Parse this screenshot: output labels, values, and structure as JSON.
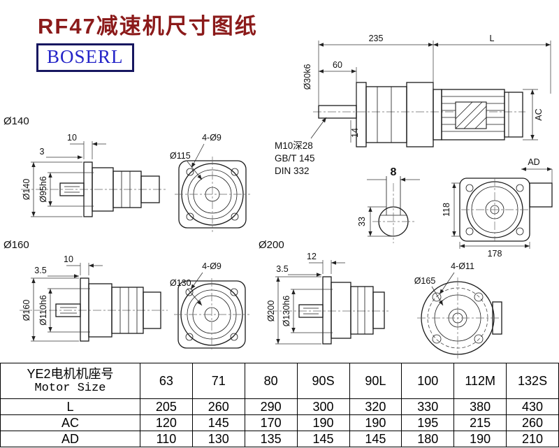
{
  "page": {
    "title": "RF47减速机尺寸图纸",
    "logo": "BOSERL"
  },
  "assembly": {
    "dim_235": "235",
    "dim_l": "L",
    "dim_60": "60",
    "shaft_dia": "Ø30k6",
    "dim_ac": "AC",
    "dim_14": "14",
    "note_thread": "M10深28",
    "note_gb": "GB/T 145",
    "note_din": "DIN 332",
    "key_width": "8",
    "key_height": "33",
    "dim_118": "118",
    "dim_178": "178",
    "dim_ad": "AD"
  },
  "view140": {
    "title": "Ø140",
    "dim_10": "10",
    "dim_3": "3",
    "flange_dia": "Ø140",
    "pilot_dia": "Ø95h6"
  },
  "flange115": {
    "holes": "4-Ø9",
    "dia": "Ø115"
  },
  "view160": {
    "title": "Ø160",
    "dim_10": "10",
    "dim_35": "3.5",
    "flange_dia": "Ø160",
    "pilot_dia": "Ø110h6"
  },
  "flange130": {
    "holes": "4-Ø9",
    "dia": "Ø130"
  },
  "view200": {
    "title": "Ø200",
    "dim_12": "12",
    "dim_35": "3.5",
    "flange_dia": "Ø200",
    "pilot_dia": "Ø130h6"
  },
  "flange165": {
    "holes": "4-Ø11",
    "dia": "Ø165"
  },
  "table": {
    "header_cn": "YE2电机机座号",
    "header_en": "Motor Size",
    "sizes": [
      "63",
      "71",
      "80",
      "90S",
      "90L",
      "100",
      "112M",
      "132S"
    ],
    "rows": [
      {
        "label": "L",
        "values": [
          "205",
          "260",
          "290",
          "300",
          "320",
          "330",
          "380",
          "430"
        ]
      },
      {
        "label": "AC",
        "values": [
          "120",
          "145",
          "170",
          "190",
          "190",
          "195",
          "215",
          "260"
        ]
      },
      {
        "label": "AD",
        "values": [
          "110",
          "130",
          "135",
          "145",
          "145",
          "180",
          "190",
          "210"
        ]
      }
    ]
  }
}
